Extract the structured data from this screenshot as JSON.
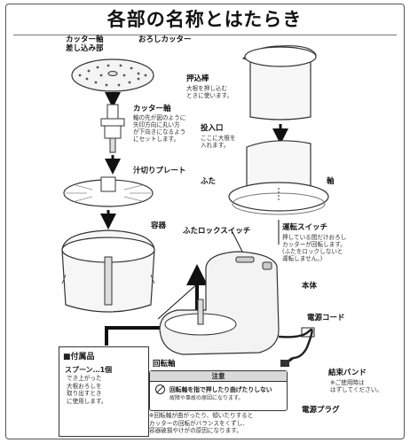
{
  "title": "各部の名称とはたらき",
  "labels": {
    "cutter_shaft_socket": "カッター軸\n差し込み部",
    "grater_cutter": "おろしカッター",
    "cutter_shaft": "カッター軸",
    "cutter_shaft_note": "軸の先が図のように\n矢印方向に丸い方\nが下向きになるよう\nにセットします。",
    "juice_plate": "汁切りプレート",
    "container": "容器",
    "pusher": "押込棒",
    "pusher_note": "大根を押し込む\nときに使います。",
    "inlet": "投入口",
    "inlet_note": "ここに大根を\n入れます。",
    "lid": "ふた",
    "shaft": "軸",
    "lid_lock_switch": "ふたロックスイッチ",
    "run_switch": "運転スイッチ",
    "run_switch_note": "押している間だけおろし\nカッターが回転します。\n(ふたをロックしないと\n運転しません。)",
    "body": "本体",
    "power_cord": "電源コード",
    "rotary_shaft": "回転軸",
    "binding_band": "結束バンド",
    "binding_band_note": "※ご使用時は\nはずしてください。",
    "power_plug": "電源プラグ"
  },
  "accessories": {
    "title": "■付属品",
    "item": "スプーン…1個",
    "note": "でき上がった\n大根おろしを\n取り出すとき\nに使用します。"
  },
  "caution": {
    "header": "注意",
    "line1": "回転軸を指で押したり曲げたりしない",
    "line2": "故障や事故の原因になります。"
  },
  "warning_note": "※回転軸が曲がったり、傾いたりすると\nカッターの回転がバランスをくずし、\n容器破損やけがの原因になります。"
}
